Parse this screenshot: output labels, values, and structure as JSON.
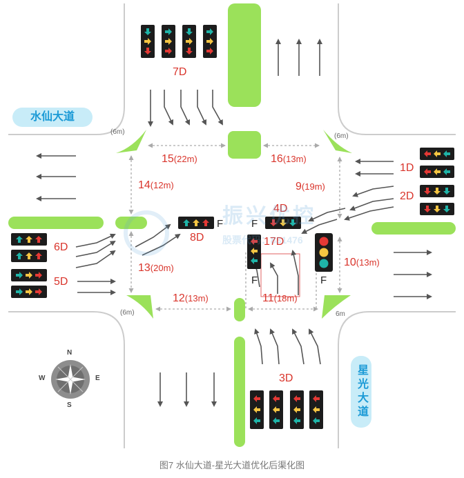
{
  "roads": {
    "east_west": "水仙大道",
    "north_south": "星光大道"
  },
  "compass": {
    "n": "N",
    "s": "S",
    "w": "W",
    "e": "E"
  },
  "corner_radius_label": "(6m)",
  "corner_radius_label_se": "6m",
  "phases": {
    "d7": "7D",
    "d1": "1D",
    "d2": "2D",
    "d4": "4D",
    "d6": "6D",
    "d5": "5D",
    "d8": "8D",
    "d17": "17D",
    "d3": "3D"
  },
  "f_marks": [
    "F",
    "F",
    "F",
    "F"
  ],
  "dims": {
    "n15": "15",
    "v15": "(22m)",
    "n16": "16",
    "v16": "(13m)",
    "n14": "14",
    "v14": "(12m)",
    "n9": "9",
    "v9": "(19m)",
    "n13": "13",
    "v13": "(20m)",
    "n10": "10",
    "v10": "(13m)",
    "n12": "12",
    "v12": "(13m)",
    "n11": "11",
    "v11": "(18m)"
  },
  "watermark": {
    "main": "振兴优控",
    "sub": "股票代码：831476"
  },
  "caption": "图7 水仙大道-星光大道优化后渠化图",
  "colors": {
    "island": "#9be15a",
    "road_label_bg": "#c8ecf8",
    "road_label_text": "#1b9ad6",
    "dim_red": "#d9342b",
    "arrow_gray": "#555555",
    "curb": "#cccccc"
  }
}
